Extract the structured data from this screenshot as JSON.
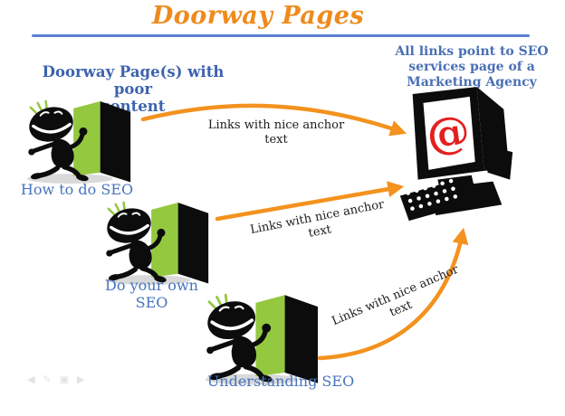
{
  "title": "Doorway Pages",
  "left_heading": "Doorway Page(s) with poor\ncontent",
  "right_note": "All links point to SEO\nservices page of a\nMarketing Agency",
  "figures": [
    {
      "label": "How to do SEO"
    },
    {
      "label": "Do your own SEO"
    },
    {
      "label": "Understanding SEO"
    }
  ],
  "arrows": [
    {
      "label": "Links with nice anchor\ntext"
    },
    {
      "label": "Links with nice anchor\ntext"
    },
    {
      "label": "Links with nice anchor\ntext"
    }
  ],
  "computer": {
    "at_symbol": "@"
  },
  "watermark_icons": [
    {
      "name": "previous-arrow-icon",
      "glyph": "◀"
    },
    {
      "name": "pencil-icon",
      "glyph": "✎"
    },
    {
      "name": "image-icon",
      "glyph": "▣"
    },
    {
      "name": "next-arrow-icon",
      "glyph": "▶"
    }
  ],
  "colors": {
    "title-orange": "#EF8A1C",
    "arrow-orange": "#F3921E",
    "rule-blue": "#5B7ED6",
    "heading-blue": "#3D63AE",
    "note-blue": "#4A6FB5",
    "label-blue": "#4674BE",
    "door-green": "#94C83F",
    "at-red": "#E41F1F"
  }
}
